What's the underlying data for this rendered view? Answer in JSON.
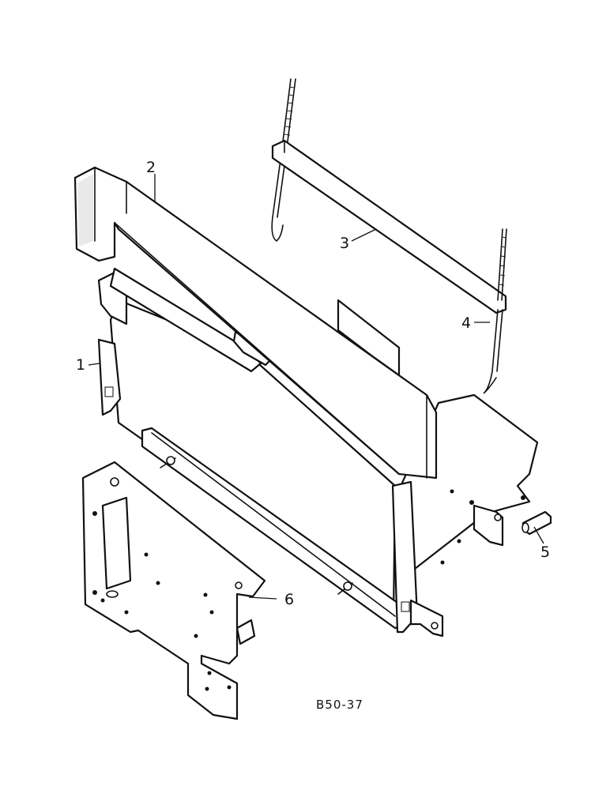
{
  "diagram": {
    "callouts": [
      {
        "id": "1",
        "label": "1"
      },
      {
        "id": "2",
        "label": "2"
      },
      {
        "id": "3",
        "label": "3"
      },
      {
        "id": "4",
        "label": "4"
      },
      {
        "id": "5",
        "label": "5"
      },
      {
        "id": "6",
        "label": "6"
      }
    ],
    "reference_code": "B50-37"
  }
}
